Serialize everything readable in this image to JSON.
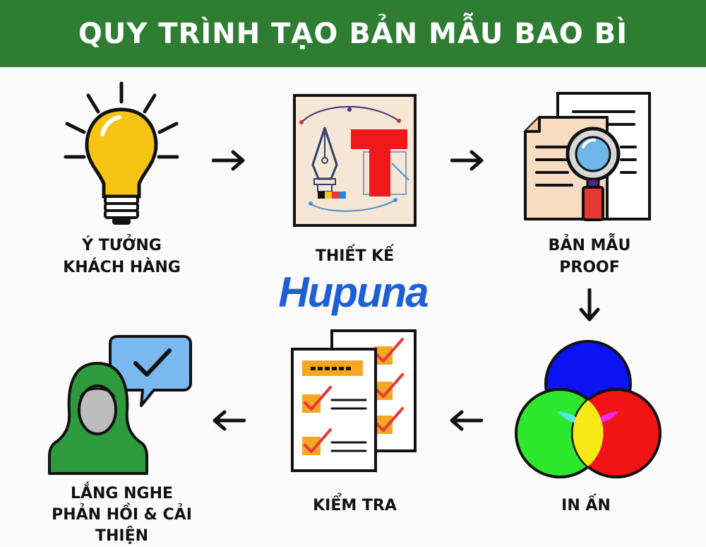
{
  "title": "QUY TRÌNH TẠO BẢN MẪU BAO BÌ",
  "brand": "Hupuna",
  "steps": [
    {
      "line1": "Ý TƯỞNG",
      "line2": "KHÁCH HÀNG",
      "icon": "lightbulb-icon"
    },
    {
      "line1": "THIẾT KẾ",
      "icon": "pen-tool-design-icon"
    },
    {
      "line1": "BẢN MẪU",
      "line2": "PROOF",
      "icon": "document-magnifier-icon"
    },
    {
      "line1": "IN ẤN",
      "icon": "rgb-circles-icon"
    },
    {
      "line1": "KIỂM TRA",
      "icon": "checklist-icon"
    },
    {
      "line1": "LẮNG NGHE",
      "line2": "PHẢN HỒI & CẢI THIỆN",
      "icon": "user-feedback-icon"
    }
  ],
  "colors": {
    "banner": "#2e7d32",
    "feedback_green": "#2e9a3e",
    "accent_orange": "#f5a623",
    "check_red": "#e53935",
    "brand_blue": "#1e5fd6"
  }
}
